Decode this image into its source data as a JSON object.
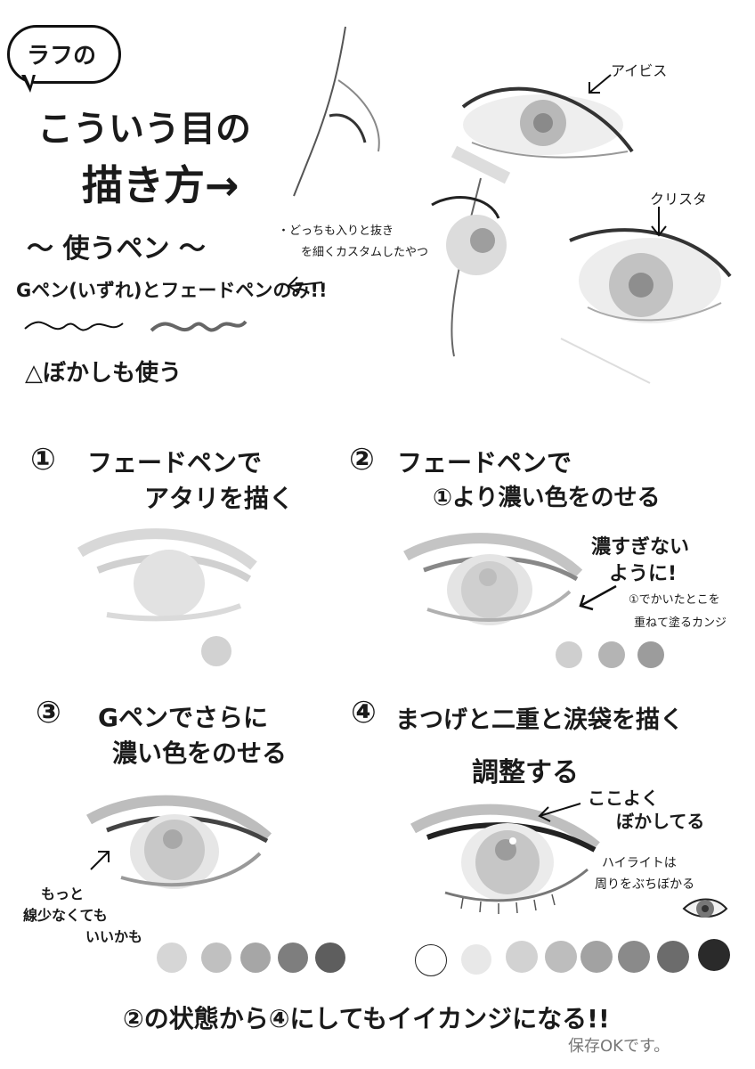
{
  "intro": {
    "bubble_text": "ラフの",
    "title_line1": "こういう目の",
    "title_line2": "描き方→",
    "pens_heading": "〜 使うペン 〜",
    "pens_text": "Gペン(いずれ)とフェードペンのみ!!",
    "pens_note_line1": "・どっちも入りと抜き",
    "pens_note_line2": "を細くカスタムしたやつ",
    "blur_text": "△ぼかしも使う",
    "brand_ibis": "アイビス",
    "brand_clip": "クリスタ"
  },
  "steps": [
    {
      "number": "①",
      "line1": "フェードペンで",
      "line2": "アタリを描く"
    },
    {
      "number": "②",
      "line1": "フェードペンで",
      "line2": "①より濃い色をのせる",
      "note1": "濃すぎない",
      "note2": "ように!",
      "note3": "①でかいたとこを",
      "note4": "重ねて塗るカンジ"
    },
    {
      "number": "③",
      "line1": "Gペンでさらに",
      "line2": "濃い色をのせる",
      "note1": "もっと",
      "note2": "線少なくても",
      "note3": "いいかも"
    },
    {
      "number": "④",
      "line1": "まつげと二重と涙袋を描く",
      "line2": "調整する",
      "note1": "ここよく",
      "note2": "ぼかしてる",
      "note3": "ハイライトは",
      "note4": "周りをぶちぼかる"
    }
  ],
  "footer": {
    "summary": "②の状態から④にしてもイイカンジになる!!",
    "saved": "保存OKです。"
  },
  "palettes": {
    "step1": [
      "#d2d2d2"
    ],
    "step2": [
      "#cfcfcf",
      "#b4b4b4",
      "#9c9c9c"
    ],
    "step3": [
      "#d6d6d6",
      "#c0c0c0",
      "#a6a6a6",
      "#7e7e7e",
      "#5e5e5e"
    ],
    "step4": [
      "#ffffff",
      "#e8e8e8",
      "#d2d2d2",
      "#bdbdbd",
      "#a2a2a2",
      "#8a8a8a",
      "#6c6c6c",
      "#2a2a2a"
    ]
  }
}
